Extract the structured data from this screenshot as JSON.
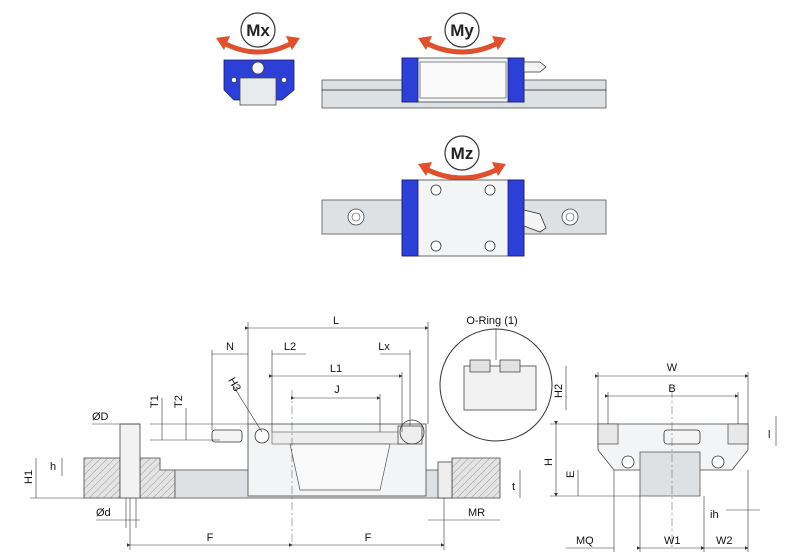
{
  "moments": {
    "mx": "Mx",
    "my": "My",
    "mz": "Mz"
  },
  "colors": {
    "block_blue": "#2c3fd6",
    "arrow_red": "#e0502c",
    "rail_gray": "#dde1e4"
  },
  "labels": {
    "L": "L",
    "N": "N",
    "L2": "L2",
    "L1": "L1",
    "Lx": "Lx",
    "J": "J",
    "H3": "H3",
    "T1": "T1",
    "T2": "T2",
    "OD": "ØD",
    "h": "h",
    "H1": "H1",
    "Od": "Ød",
    "F_left": "F",
    "F_right": "F",
    "MR": "MR",
    "t": "t",
    "oring": "O-Ring (1)",
    "H2": "H2",
    "W": "W",
    "B": "B",
    "l": "l",
    "H": "H",
    "E": "E",
    "ih": "ih",
    "MQ": "MQ",
    "W1": "W1",
    "W2": "W2"
  }
}
